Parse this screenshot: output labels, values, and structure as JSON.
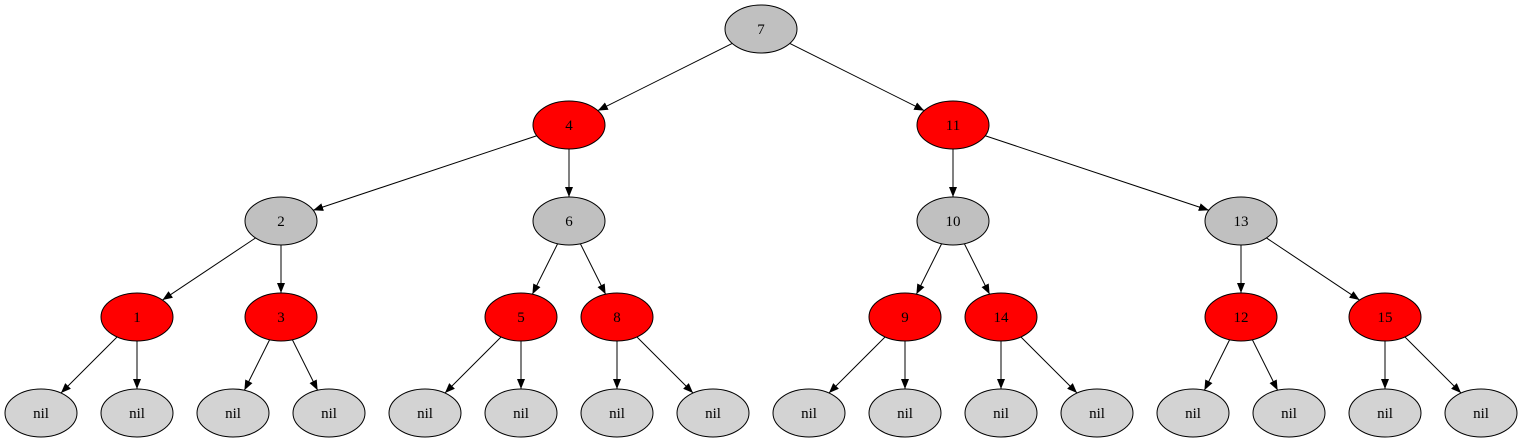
{
  "colors": {
    "black_node": "#c0c0c0",
    "red_node": "#ff0000",
    "nil_node": "#d3d3d3",
    "edge": "#000000"
  },
  "tree": {
    "nodes": [
      {
        "id": "n7",
        "label": "7",
        "color": "black"
      },
      {
        "id": "n4",
        "label": "4",
        "color": "red"
      },
      {
        "id": "n11",
        "label": "11",
        "color": "red"
      },
      {
        "id": "n2",
        "label": "2",
        "color": "black"
      },
      {
        "id": "n6",
        "label": "6",
        "color": "black"
      },
      {
        "id": "n10",
        "label": "10",
        "color": "black"
      },
      {
        "id": "n13",
        "label": "13",
        "color": "black"
      },
      {
        "id": "n1",
        "label": "1",
        "color": "red"
      },
      {
        "id": "n3",
        "label": "3",
        "color": "red"
      },
      {
        "id": "n5",
        "label": "5",
        "color": "red"
      },
      {
        "id": "n8",
        "label": "8",
        "color": "red"
      },
      {
        "id": "n9",
        "label": "9",
        "color": "red"
      },
      {
        "id": "n14",
        "label": "14",
        "color": "red"
      },
      {
        "id": "n12",
        "label": "12",
        "color": "red"
      },
      {
        "id": "n15",
        "label": "15",
        "color": "red"
      },
      {
        "id": "nil1",
        "label": "nil",
        "color": "nil"
      },
      {
        "id": "nil2",
        "label": "nil",
        "color": "nil"
      },
      {
        "id": "nil3",
        "label": "nil",
        "color": "nil"
      },
      {
        "id": "nil4",
        "label": "nil",
        "color": "nil"
      },
      {
        "id": "nil5",
        "label": "nil",
        "color": "nil"
      },
      {
        "id": "nil6",
        "label": "nil",
        "color": "nil"
      },
      {
        "id": "nil7",
        "label": "nil",
        "color": "nil"
      },
      {
        "id": "nil8",
        "label": "nil",
        "color": "nil"
      },
      {
        "id": "nil9",
        "label": "nil",
        "color": "nil"
      },
      {
        "id": "nil10",
        "label": "nil",
        "color": "nil"
      },
      {
        "id": "nil11",
        "label": "nil",
        "color": "nil"
      },
      {
        "id": "nil12",
        "label": "nil",
        "color": "nil"
      },
      {
        "id": "nil13",
        "label": "nil",
        "color": "nil"
      },
      {
        "id": "nil14",
        "label": "nil",
        "color": "nil"
      },
      {
        "id": "nil15",
        "label": "nil",
        "color": "nil"
      },
      {
        "id": "nil16",
        "label": "nil",
        "color": "nil"
      }
    ],
    "edges": [
      [
        "n7",
        "n4"
      ],
      [
        "n7",
        "n11"
      ],
      [
        "n4",
        "n2"
      ],
      [
        "n4",
        "n6"
      ],
      [
        "n11",
        "n10"
      ],
      [
        "n11",
        "n13"
      ],
      [
        "n2",
        "n1"
      ],
      [
        "n2",
        "n3"
      ],
      [
        "n6",
        "n5"
      ],
      [
        "n6",
        "n8"
      ],
      [
        "n10",
        "n9"
      ],
      [
        "n10",
        "n14"
      ],
      [
        "n13",
        "n12"
      ],
      [
        "n13",
        "n15"
      ],
      [
        "n1",
        "nil1"
      ],
      [
        "n1",
        "nil2"
      ],
      [
        "n3",
        "nil3"
      ],
      [
        "n3",
        "nil4"
      ],
      [
        "n5",
        "nil5"
      ],
      [
        "n5",
        "nil6"
      ],
      [
        "n8",
        "nil7"
      ],
      [
        "n8",
        "nil8"
      ],
      [
        "n9",
        "nil9"
      ],
      [
        "n9",
        "nil10"
      ],
      [
        "n14",
        "nil11"
      ],
      [
        "n14",
        "nil12"
      ],
      [
        "n12",
        "nil13"
      ],
      [
        "n12",
        "nil14"
      ],
      [
        "n15",
        "nil15"
      ],
      [
        "n15",
        "nil16"
      ]
    ]
  }
}
